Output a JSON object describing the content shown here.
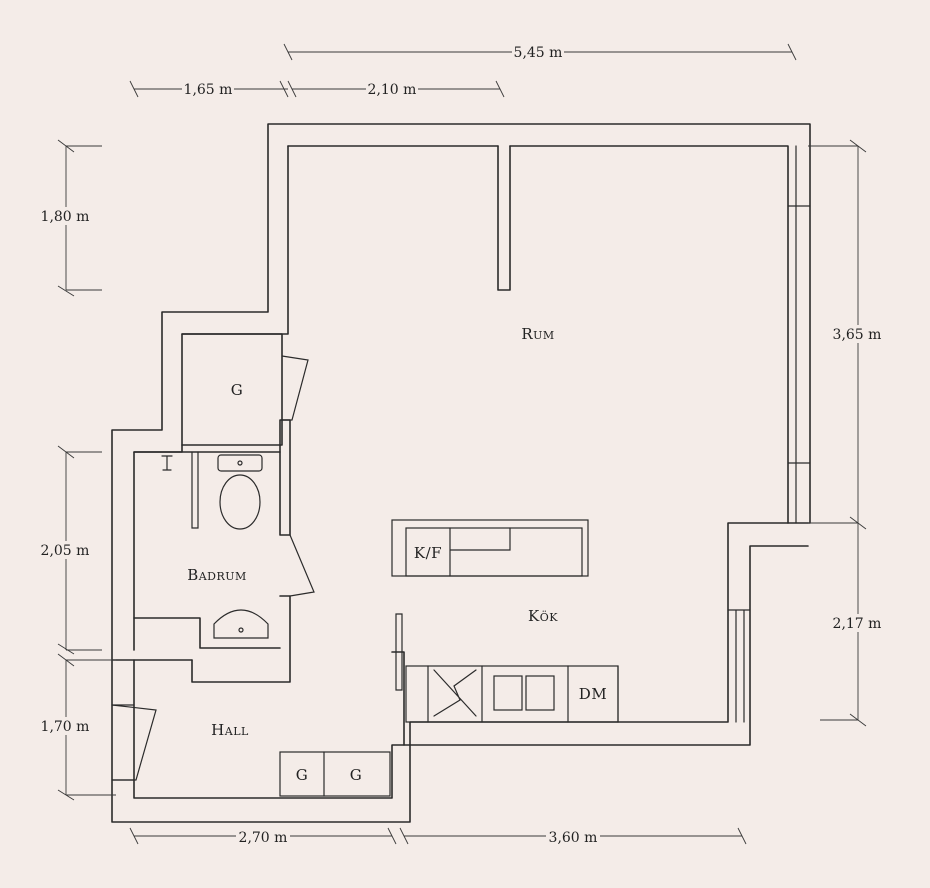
{
  "dimensions": {
    "top_total": "5,45 m",
    "top_left": "1,65 m",
    "top_mid": "2,10 m",
    "left_upper": "1,80 m",
    "left_mid": "2,05 m",
    "left_lower": "1,70 m",
    "right_upper": "3,65 m",
    "right_lower": "2,17 m",
    "bottom_left": "2,70 m",
    "bottom_right": "3,60 m"
  },
  "rooms": {
    "rum": "Rum",
    "badrum": "Badrum",
    "hall": "Hall",
    "kok": "Kök",
    "closet_g": "G"
  },
  "fixtures": {
    "kf": "K/F",
    "dm": "DM",
    "hall_closet_1": "G",
    "hall_closet_2": "G"
  },
  "colors": {
    "background": "#f4ece8",
    "ink": "#2b2b2b"
  }
}
